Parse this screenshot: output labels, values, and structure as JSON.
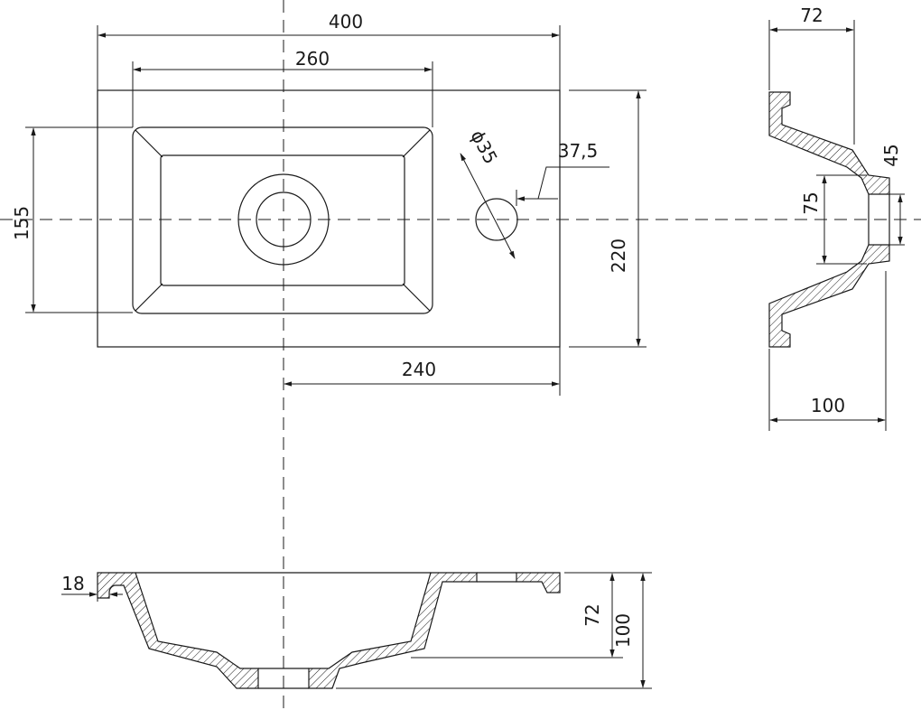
{
  "dimensions": {
    "width_400": "400",
    "basin_260": "260",
    "depth_155": "155",
    "depth_220": "220",
    "offset_240": "240",
    "hole_phi35": "ɸ35",
    "hole_offset_37_5": "37,5",
    "side_72": "72",
    "side_45": "45",
    "side_75": "75",
    "side_100": "100",
    "front_18": "18",
    "front_72": "72",
    "front_100": "100"
  },
  "colors": {
    "line": "#1a1a1a",
    "background": "#ffffff"
  }
}
